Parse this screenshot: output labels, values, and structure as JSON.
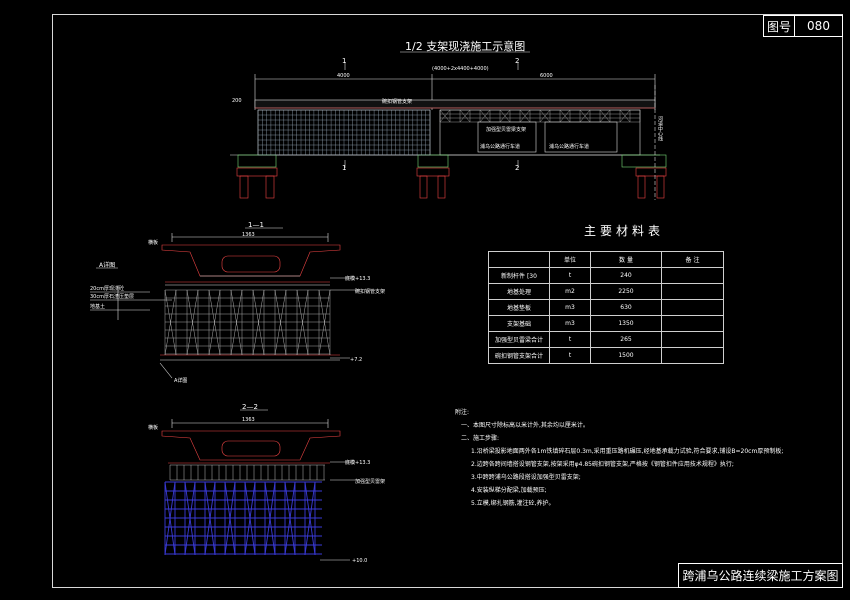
{
  "figure_no": {
    "label": "图号",
    "value": "080"
  },
  "main_title": "1/2 支架现浇施工示意图",
  "section1_title": "1—1",
  "section2_title": "2—2",
  "detail_label": "A详图",
  "detail_ref": "A详图",
  "elevation": {
    "dims_top": [
      "4000",
      "(4000+2x4400+4000)",
      "6000"
    ],
    "section_marks": [
      "1",
      "1",
      "2",
      "2"
    ],
    "labels": [
      "碗扣钢管支架",
      "加强型贝雷梁支架",
      "浦乌公路通行车道",
      "浦乌公路通行车道",
      "河道中心线"
    ],
    "side_dim": "200"
  },
  "sec1": {
    "width": "1363",
    "top_left": "横板",
    "level_top": "底模+13.3",
    "level_bottom": "+7.2",
    "right_label": "碗扣钢管支架",
    "left_labels": [
      "20cm厚现浇砼",
      "30cm厚石渣压垫层",
      "地基土"
    ]
  },
  "sec2": {
    "width": "1363",
    "top_left": "横板",
    "level_top": "底模+13.3",
    "level_bottom": "+10.0",
    "right_label": "加强型贝雷架"
  },
  "materials": {
    "title": "主要材料表",
    "headers": [
      "",
      "单位",
      "数  量",
      "备 注"
    ],
    "rows": [
      [
        "新制杆件 [30",
        "t",
        "240",
        ""
      ],
      [
        "地基处理",
        "m2",
        "2250",
        ""
      ],
      [
        "地基垫板",
        "m3",
        "630",
        ""
      ],
      [
        "支架基础",
        "m3",
        "1350",
        ""
      ],
      [
        "加强型贝雷梁合计",
        "t",
        "265",
        ""
      ],
      [
        "碗扣钢管支架合计",
        "t",
        "1500",
        ""
      ]
    ]
  },
  "notes": [
    "附注:",
    "一、本图尺寸除标高以米计外,其余均以厘米计。",
    "二、施工步骤:",
    "1.沿桥梁投影地面两外各1m铁填碎石层0.3m,采用重压路机碾压,经地基承载力试验,符合要求,铺设B=20cm厚预制板;",
    "2.边跨各跨间墙搭设钢管支架,按架采用φ4.85碗扣钢管支架,严格按《钢管扣件应用技术规程》执行;",
    "3.中跨跨浦乌公路段搭设加强型贝雷支架;",
    "4.安装纵梯分配梁,加载预压;",
    "5.立模,绑扎钢筋,灌注砼,养护。"
  ],
  "drawing_title": "跨浦乌公路连续梁施工方案图"
}
